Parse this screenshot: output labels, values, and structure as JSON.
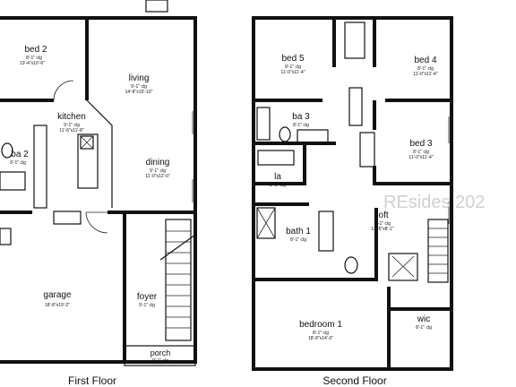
{
  "floors": [
    {
      "caption": "First Floor",
      "rooms": [
        {
          "key": "bed2",
          "name": "bed 2",
          "line1": "8'-1\" clg",
          "line2": "13'-4\"x10'-6\""
        },
        {
          "key": "living",
          "name": "living",
          "line1": "9'-1\" clg",
          "line2": "14'-8\"x15'-10\""
        },
        {
          "key": "kitchen",
          "name": "kitchen",
          "line1": "9'-1\" clg",
          "line2": "11'-6\"x11'-8\""
        },
        {
          "key": "ba2",
          "name": "ba 2",
          "line1": "9'-1\" clg",
          "line2": ""
        },
        {
          "key": "dining",
          "name": "dining",
          "line1": "9'-1\" clg",
          "line2": "11'-0\"x12'-0\""
        },
        {
          "key": "garage",
          "name": "garage",
          "line1": "",
          "line2": "18'-8\"x19'-2\""
        },
        {
          "key": "foyer",
          "name": "foyer",
          "line1": "9'-1\" clg",
          "line2": ""
        },
        {
          "key": "porch",
          "name": "porch",
          "line1": "9'-1\" clg",
          "line2": ""
        }
      ]
    },
    {
      "caption": "Second Floor",
      "rooms": [
        {
          "key": "bed5",
          "name": "bed 5",
          "line1": "8'-1\" clg",
          "line2": "11'-0\"x11'-4\""
        },
        {
          "key": "bed4",
          "name": "bed 4",
          "line1": "8'-1\" clg",
          "line2": "11'-0\"x11'-4\""
        },
        {
          "key": "ba3",
          "name": "ba 3",
          "line1": "8'-1\" clg",
          "line2": ""
        },
        {
          "key": "bed3",
          "name": "bed 3",
          "line1": "8'-1\" clg",
          "line2": "11'-0\"x11'-4\""
        },
        {
          "key": "la",
          "name": "la",
          "line1": "8'-1\" clg",
          "line2": ""
        },
        {
          "key": "loft",
          "name": "loft",
          "line1": "8'-1\" clg",
          "line2": "13'-5\"x8'-1\""
        },
        {
          "key": "bath1",
          "name": "bath 1",
          "line1": "8'-1\" clg",
          "line2": ""
        },
        {
          "key": "bedroom1",
          "name": "bedroom 1",
          "line1": "8'-1\" clg",
          "line2": "18'-8\"x14'-3\""
        },
        {
          "key": "wic",
          "name": "wic",
          "line1": "8'-1\" clg",
          "line2": ""
        }
      ]
    }
  ],
  "watermark": "REsides 202"
}
